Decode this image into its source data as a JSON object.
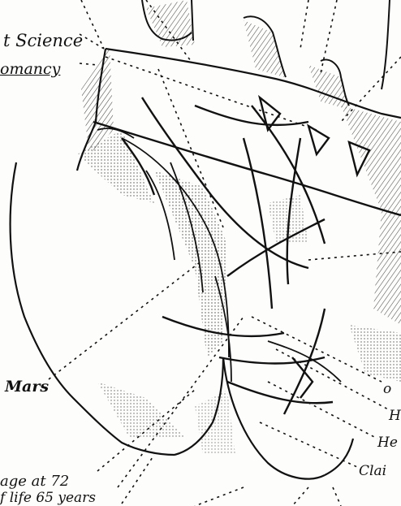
{
  "labels": {
    "science": "t Science",
    "romancy": "omancy",
    "mars": "Mars",
    "age_line1": "age at 72",
    "age_line2": "f life 65 years",
    "right_or": "o",
    "right_h": "H",
    "right_he": "He",
    "right_clai": "Clai"
  },
  "colors": {
    "ink": "#111111",
    "paper": "#fdfdfb"
  }
}
